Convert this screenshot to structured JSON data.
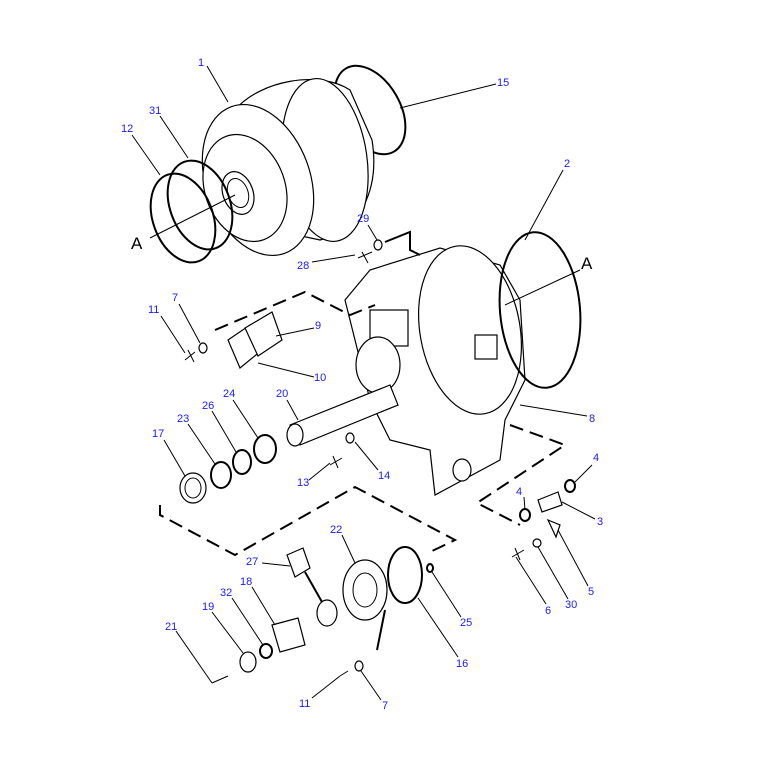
{
  "diagram": {
    "title": "Torque converter and housing exploded parts view",
    "section_marker": "A",
    "callouts": {
      "c1": "1",
      "c15": "15",
      "c31": "31",
      "c12": "12",
      "c2": "2",
      "c29": "29",
      "c28": "28",
      "c7a": "7",
      "c9": "9",
      "c11a": "11",
      "c10": "10",
      "c24": "24",
      "c26": "26",
      "c20": "20",
      "c23": "23",
      "c17": "17",
      "c8": "8",
      "c4a": "4",
      "c13": "13",
      "c14": "14",
      "c4b": "4",
      "c3": "3",
      "c22": "22",
      "c27": "27",
      "c18": "18",
      "c32": "32",
      "c19": "19",
      "c21": "21",
      "c5": "5",
      "c6": "6",
      "c30": "30",
      "c25": "25",
      "c16": "16",
      "c11b": "11",
      "c7b": "7"
    }
  }
}
